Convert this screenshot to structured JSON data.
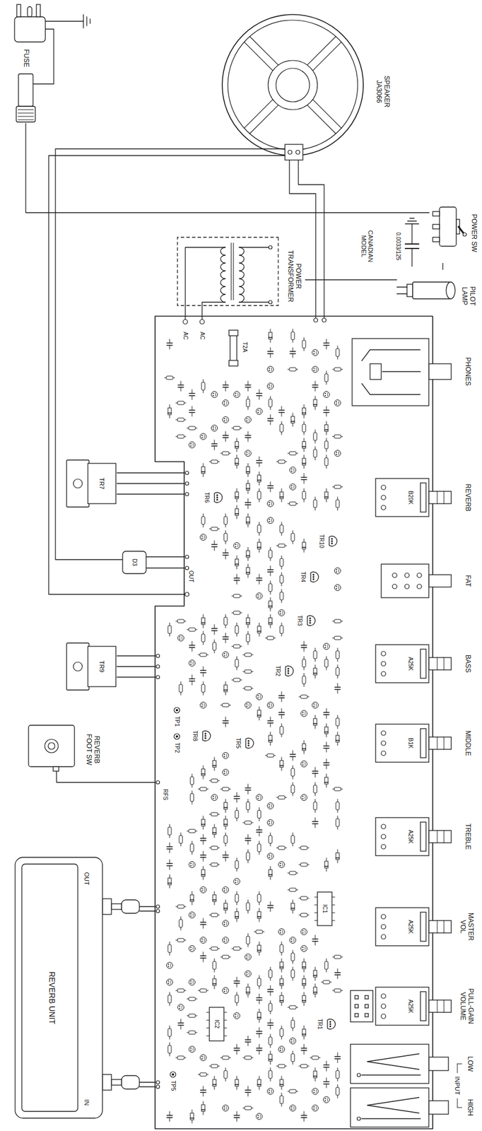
{
  "diagram": {
    "nodes": [
      {
        "text": [
          "FUSE"
        ]
      },
      {
        "text": [
          "SPEAKER JA3066"
        ]
      },
      {
        "text": [
          "POWER TRANSFORMER"
        ]
      },
      {
        "text": [
          "POWER SW"
        ]
      },
      {
        "text": [
          "PILOT LAMP"
        ]
      },
      {
        "text": [
          "TR7"
        ]
      },
      {
        "text": [
          "TR9"
        ]
      },
      {
        "text": [
          "REVERB FOOT SW"
        ]
      },
      {
        "text": [
          "REVERB UNIT",
          "OUT",
          "IN"
        ]
      }
    ],
    "edges": [
      {
        "from": 0,
        "to": 3,
        "arrow": "none"
      },
      {
        "from": 3,
        "to": 4,
        "arrow": "none"
      },
      {
        "from": 4,
        "to": 2,
        "arrow": "none"
      }
    ],
    "labels": [
      "PHONES",
      "REVERB",
      "FAT",
      "BASS",
      "MIDDLE",
      "TREBLE",
      "MASTER VOL",
      "PULL-GAIN VOLUME",
      "LOW",
      "INPUT",
      "HIGH",
      "B20K",
      "A25K",
      "B1K",
      "A25K",
      "A25K",
      "A25K",
      "CANADIAN MODEL",
      "0.0033/125",
      "AC",
      "AC",
      "T2A",
      "TR1",
      "TR2",
      "TR3",
      "TR4",
      "TR5",
      "TR6",
      "TR8",
      "TR10",
      "IC1",
      "IC2",
      "D3",
      "TP1",
      "TP2",
      "TP5",
      "RFS",
      "OUT"
    ]
  }
}
